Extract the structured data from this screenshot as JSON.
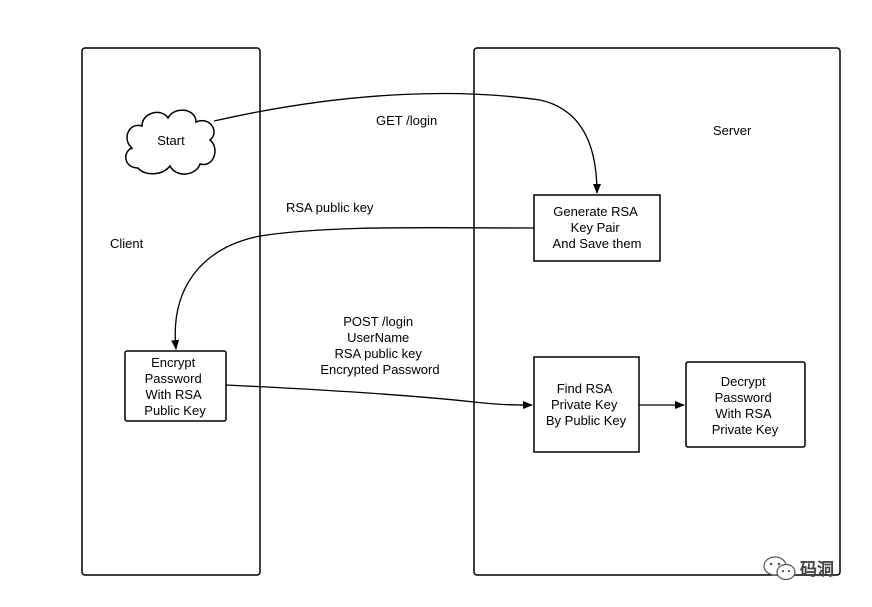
{
  "lanes": {
    "client": "Client",
    "server": "Server"
  },
  "nodes": {
    "start": "Start",
    "generate": [
      "Generate RSA",
      "Key Pair",
      "And Save them"
    ],
    "encrypt": [
      "Encrypt",
      "Password",
      "With RSA",
      "Public Key"
    ],
    "find": [
      "Find RSA",
      "Private Key",
      "By Public Key"
    ],
    "decrypt": [
      "Decrypt",
      "Password",
      "With RSA",
      "Private Key"
    ]
  },
  "edges": {
    "get_login": "GET /login",
    "rsa_public_key": "RSA public key",
    "post_login": [
      "POST /login",
      "UserName",
      "RSA public key",
      "Encrypted Password"
    ]
  },
  "watermark": {
    "text": "码洞",
    "icon": "wechat-icon"
  }
}
